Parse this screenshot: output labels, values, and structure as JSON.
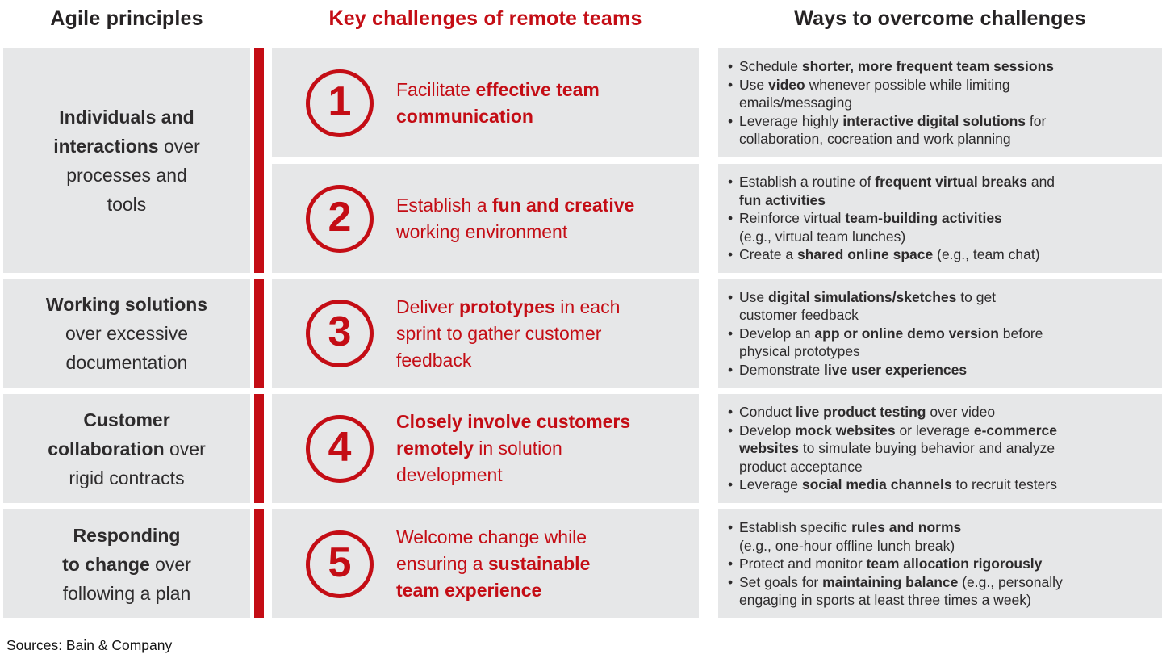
{
  "headers": {
    "left": "Agile principles",
    "middle": "Key challenges of remote teams",
    "right": "Ways to overcome challenges"
  },
  "colors": {
    "accent": "#c40d15",
    "cell_bg": "#e6e7e8",
    "text": "#2d2b2c"
  },
  "principles": [
    {
      "row_start": 1,
      "row_span": 2,
      "segments": [
        {
          "t": "Individuals and\ninteractions",
          "b": true
        },
        {
          "t": " over\nprocesses and\ntools",
          "b": false
        }
      ]
    },
    {
      "row_start": 3,
      "row_span": 1,
      "segments": [
        {
          "t": "Working solutions",
          "b": true
        },
        {
          "t": "\nover excessive\ndocumentation",
          "b": false
        }
      ]
    },
    {
      "row_start": 4,
      "row_span": 1,
      "segments": [
        {
          "t": "Customer\ncollaboration",
          "b": true
        },
        {
          "t": " over\nrigid contracts",
          "b": false
        }
      ]
    },
    {
      "row_start": 5,
      "row_span": 1,
      "segments": [
        {
          "t": "Responding\nto change",
          "b": true
        },
        {
          "t": " over\nfollowing a plan",
          "b": false
        }
      ]
    }
  ],
  "challenges": [
    {
      "number": "1",
      "segments": [
        {
          "t": "Facilitate ",
          "b": false
        },
        {
          "t": "effective team\ncommunication",
          "b": true
        }
      ],
      "ways": [
        [
          {
            "t": "Schedule ",
            "b": false
          },
          {
            "t": "shorter, more frequent team sessions",
            "b": true
          }
        ],
        [
          {
            "t": "Use ",
            "b": false
          },
          {
            "t": "video",
            "b": true
          },
          {
            "t": " whenever possible while limiting\nemails/messaging",
            "b": false
          }
        ],
        [
          {
            "t": "Leverage highly ",
            "b": false
          },
          {
            "t": "interactive digital solutions",
            "b": true
          },
          {
            "t": " for\ncollaboration, cocreation and work planning",
            "b": false
          }
        ]
      ]
    },
    {
      "number": "2",
      "segments": [
        {
          "t": "Establish a ",
          "b": false
        },
        {
          "t": "fun and creative",
          "b": true
        },
        {
          "t": "\nworking environment",
          "b": false
        }
      ],
      "ways": [
        [
          {
            "t": "Establish a routine of ",
            "b": false
          },
          {
            "t": "frequent virtual breaks",
            "b": true
          },
          {
            "t": " and\n",
            "b": false
          },
          {
            "t": "fun activities",
            "b": true
          }
        ],
        [
          {
            "t": "Reinforce virtual ",
            "b": false
          },
          {
            "t": "team-building activities",
            "b": true
          },
          {
            "t": "\n(e.g., virtual team lunches)",
            "b": false
          }
        ],
        [
          {
            "t": "Create a ",
            "b": false
          },
          {
            "t": "shared online space",
            "b": true
          },
          {
            "t": " (e.g., team chat)",
            "b": false
          }
        ]
      ]
    },
    {
      "number": "3",
      "segments": [
        {
          "t": "Deliver ",
          "b": false
        },
        {
          "t": "prototypes",
          "b": true
        },
        {
          "t": " in each\nsprint to gather customer\nfeedback",
          "b": false
        }
      ],
      "ways": [
        [
          {
            "t": "Use ",
            "b": false
          },
          {
            "t": "digital simulations/sketches",
            "b": true
          },
          {
            "t": " to get\ncustomer feedback",
            "b": false
          }
        ],
        [
          {
            "t": "Develop an ",
            "b": false
          },
          {
            "t": "app or online demo version",
            "b": true
          },
          {
            "t": " before\nphysical prototypes",
            "b": false
          }
        ],
        [
          {
            "t": "Demonstrate ",
            "b": false
          },
          {
            "t": "live user experiences",
            "b": true
          }
        ]
      ]
    },
    {
      "number": "4",
      "segments": [
        {
          "t": "Closely involve customers\nremotely",
          "b": true
        },
        {
          "t": " in solution\ndevelopment",
          "b": false
        }
      ],
      "ways": [
        [
          {
            "t": "Conduct ",
            "b": false
          },
          {
            "t": "live product testing",
            "b": true
          },
          {
            "t": " over video",
            "b": false
          }
        ],
        [
          {
            "t": "Develop ",
            "b": false
          },
          {
            "t": "mock websites",
            "b": true
          },
          {
            "t": " or leverage ",
            "b": false
          },
          {
            "t": "e-commerce\nwebsites",
            "b": true
          },
          {
            "t": " to simulate buying behavior and analyze\nproduct acceptance",
            "b": false
          }
        ],
        [
          {
            "t": "Leverage ",
            "b": false
          },
          {
            "t": "social media channels",
            "b": true
          },
          {
            "t": " to recruit testers",
            "b": false
          }
        ]
      ]
    },
    {
      "number": "5",
      "segments": [
        {
          "t": "Welcome change while\nensuring a ",
          "b": false
        },
        {
          "t": "sustainable\nteam experience",
          "b": true
        }
      ],
      "ways": [
        [
          {
            "t": "Establish specific ",
            "b": false
          },
          {
            "t": "rules and norms",
            "b": true
          },
          {
            "t": "\n(e.g., one-hour offline lunch break)",
            "b": false
          }
        ],
        [
          {
            "t": "Protect and monitor ",
            "b": false
          },
          {
            "t": "team allocation rigorously",
            "b": true
          }
        ],
        [
          {
            "t": "Set goals for ",
            "b": false
          },
          {
            "t": "maintaining balance",
            "b": true
          },
          {
            "t": " (e.g., personally\nengaging in sports at least three times a week)",
            "b": false
          }
        ]
      ]
    }
  ],
  "sources": "Sources: Bain & Company"
}
